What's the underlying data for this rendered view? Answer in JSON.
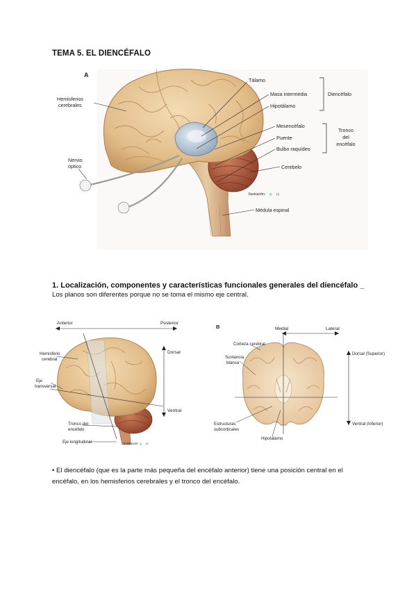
{
  "document": {
    "title": "TEMA 5. EL DIENCÉFALO",
    "figure_a": {
      "panel_letter": "A",
      "labels": {
        "hemispheres": "Hemisferios cerebrales",
        "optic_nerve": "Nervio óptico",
        "thalamus": "Tálamo",
        "massa_intermedia": "Masa intermedia",
        "hypothalamus": "Hipotálamo",
        "diencephalon_bracket": "Diencéfalo",
        "midbrain": "Mesencéfalo",
        "pons": "Puente",
        "medulla": "Bulbo raquídeo",
        "brainstem_bracket": "Tronco del encéfalo",
        "cerebellum": "Cerebelo",
        "spinal_cord": "Médula espinal",
        "credit": "Ilustración: "
      }
    },
    "section1": {
      "title": "1. Localización, componentes y características funcionales generales del diencéfalo _",
      "subtitle": "Los planos son diferentes porque no se toma el mismo eje central."
    },
    "figure_b": {
      "panel_letter": "B",
      "left": {
        "anterior": "Anterior",
        "posterior": "Posterior",
        "hemisphere": "Hemisferio cerebral",
        "transverse_axis": "Eje transversal",
        "brainstem": "Tronco del encéfalo",
        "longitudinal_axis": "Eje longitudinal",
        "dorsal": "Dorsal",
        "ventral": "Ventral",
        "credit": "Ilustración: "
      },
      "right": {
        "medial": "Medial",
        "lateral": "Lateral",
        "cortex": "Corteza cerebral",
        "white_matter": "Sustancia blanca",
        "subcortical": "Estructuras subcorticales",
        "hypothalamus": "Hipotálamo",
        "dorsal_superior": "Dorsal (Superior)",
        "ventral_inferior": "Ventral (Inferior)"
      }
    },
    "bullet": "• El diencéfalo (que es la parte más pequeña del encéfalo anterior) tiene una posición central en el encéfalo, en los hemisferios cerebrales y el tronco del encéfalo."
  }
}
